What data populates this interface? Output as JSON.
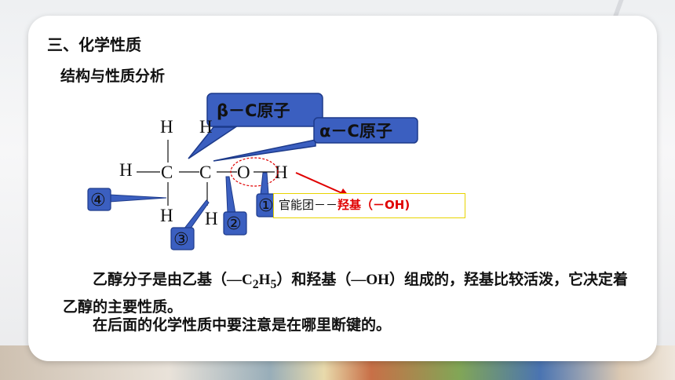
{
  "section_title": "三、化学性质",
  "sub_title": "结构与性质分析",
  "molecule": {
    "carbon_left": "C",
    "carbon_right": "C",
    "oxygen": "O",
    "hydrogen": "H",
    "bond": "—"
  },
  "callouts": {
    "beta_carbon": "β－C原子",
    "alpha_carbon": "α－C原子"
  },
  "bond_markers": [
    "①",
    "②",
    "③",
    "④"
  ],
  "functional_group": {
    "label": "官能团－－",
    "name": "羟基（－OH)"
  },
  "paragraph1": {
    "part1": "乙醇分子是由乙基（",
    "formula_prefix": "—C",
    "sub1": "2",
    "formula_mid": "H",
    "sub2": "5",
    "part2": "）和羟基（",
    "oh": "—OH",
    "part3": "）组成的，羟基比较活泼，它决定着乙醇的主要性质。"
  },
  "paragraph2": "在后面的化学性质中要注意是在哪里断键的。",
  "colors": {
    "callout_fill": "#3b5fc0",
    "callout_border": "#1d3a8a",
    "arrow_red": "#e00000",
    "box_border": "#e8d400"
  }
}
